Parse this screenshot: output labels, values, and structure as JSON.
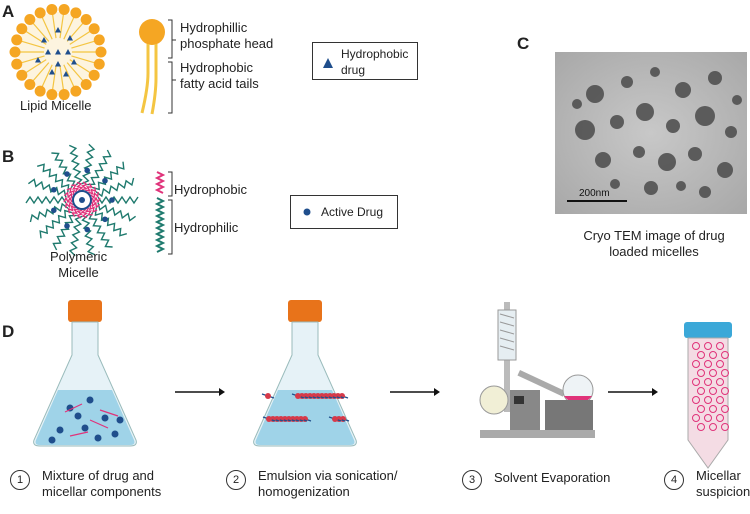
{
  "panels": {
    "a": {
      "letter": "A",
      "micelle_label": "Lipid Micelle",
      "head_label_1": "Hydrophillic",
      "head_label_2": "phosphate head",
      "tail_label_1": "Hydrophobic",
      "tail_label_2": "fatty acid tails",
      "legend_1": "Hydrophobic",
      "legend_2": "drug"
    },
    "b": {
      "letter": "B",
      "micelle_label_1": "Polymeric",
      "micelle_label_2": "Micelle",
      "hydrophobic": "Hydrophobic",
      "hydrophilic": "Hydrophilic",
      "legend": "Active Drug"
    },
    "c": {
      "letter": "C",
      "scale": "200nm",
      "caption_1": "Cryo TEM image of drug",
      "caption_2": "loaded micelles"
    },
    "d": {
      "letter": "D",
      "steps": [
        {
          "num": "1",
          "line1": "Mixture of drug and",
          "line2": "micellar components"
        },
        {
          "num": "2",
          "line1": "Emulsion via sonication/",
          "line2": "homogenization"
        },
        {
          "num": "3",
          "line1": "Solvent Evaporation",
          "line2": ""
        },
        {
          "num": "4",
          "line1": "Micellar",
          "line2": "suspicion"
        }
      ]
    }
  },
  "colors": {
    "lipid_head": "#f5a623",
    "tail": "#f4c542",
    "drug": "#1f4e8c",
    "pink": "#e0337a",
    "teal": "#1f7a6e",
    "flask_cap": "#e8731a",
    "liquid": "#9fd3e8"
  }
}
